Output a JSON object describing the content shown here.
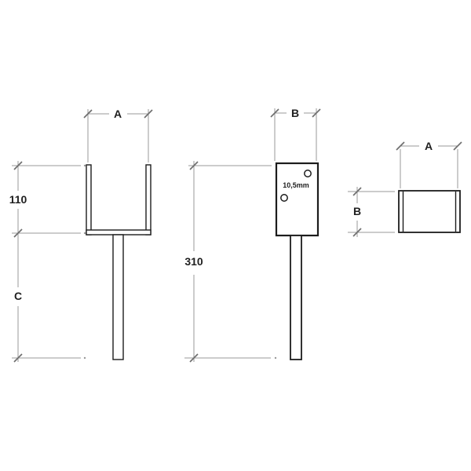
{
  "colors": {
    "object_line": "#1c1c1c",
    "dimension_line": "#9a9a9a",
    "tick_mark": "#6f6f6f",
    "label_text": "#1f1f1f",
    "background": "#ffffff"
  },
  "views": {
    "front": {
      "width_label": "A",
      "flange_height_label": "110",
      "spike_length_label": "C"
    },
    "side": {
      "width_label": "B",
      "overall_height_label": "310",
      "hole_diameter_label": "10,5mm"
    },
    "top": {
      "width_label": "A",
      "depth_label": "B"
    }
  }
}
